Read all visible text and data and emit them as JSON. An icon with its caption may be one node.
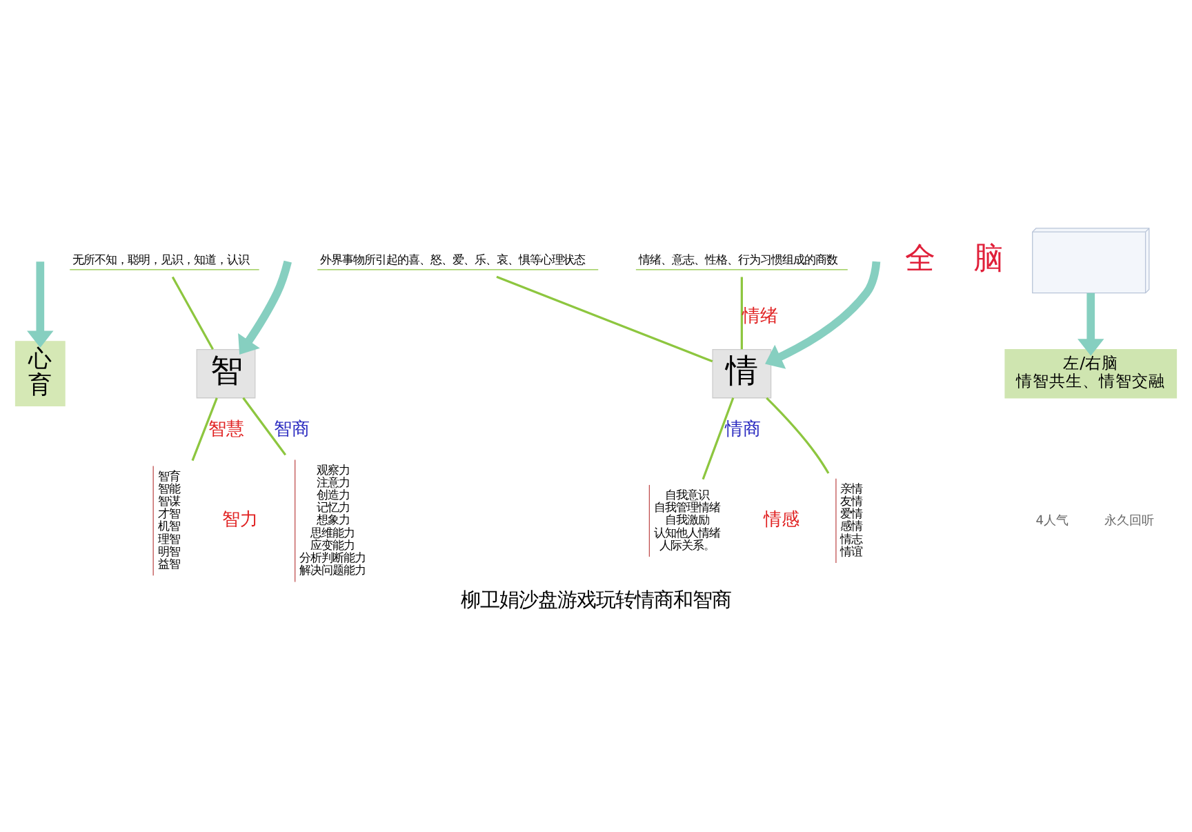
{
  "diagram": {
    "title": "柳卫娟沙盘游戏玩转情商和智商",
    "nodes": [
      {
        "text": [
          "心",
          "育"
        ]
      },
      {
        "text": [
          "智"
        ]
      },
      {
        "text": [
          "情"
        ]
      },
      {
        "text": [],
        "shape": "picture"
      },
      {
        "text": [
          "左/右脑",
          "情智共生、情智交融"
        ]
      },
      {
        "text": [
          "无所不知，聪明，见识，知道，认识"
        ]
      },
      {
        "text": [
          "外界事物所引起的喜、怒、爱、乐、哀、惧等心理状态"
        ]
      },
      {
        "text": [
          "情绪、意志、性格、行为习惯组成的商数"
        ]
      },
      {
        "text": [
          "智育",
          "智能",
          "智谋",
          "才智",
          "机智",
          "理智",
          "明智",
          "益智"
        ]
      },
      {
        "text": [
          "观察力",
          "注意力",
          "创造力",
          "记忆力",
          "想象力",
          "思维能力",
          "应变能力",
          "分析判断能力",
          "解决问题能力"
        ]
      },
      {
        "text": [
          "自我意识",
          "自我管理情绪",
          "自我激励",
          "认知他人情绪",
          "人际关系。"
        ]
      },
      {
        "text": [
          "亲情",
          "友情",
          "爱情",
          "感情",
          "情志",
          "情谊"
        ]
      }
    ],
    "edges": [
      {
        "from": null,
        "to": 0,
        "arrow": "to",
        "style": "thick",
        "color": "#86cfc0"
      },
      {
        "from": null,
        "to": 1,
        "arrow": "to",
        "style": "thick",
        "color": "#86cfc0"
      },
      {
        "from": null,
        "to": 2,
        "arrow": "to",
        "style": "thick",
        "color": "#86cfc0"
      },
      {
        "from": 3,
        "to": 4,
        "arrow": "to",
        "style": "thick",
        "color": "#86cfc0"
      },
      {
        "from": 1,
        "to": 5,
        "arrow": "none"
      },
      {
        "from": 1,
        "to": 8,
        "arrow": "none",
        "label": "智慧"
      },
      {
        "from": 1,
        "to": 9,
        "arrow": "none",
        "label": "智商"
      },
      {
        "from": 2,
        "to": 6,
        "arrow": "none"
      },
      {
        "from": 2,
        "to": 7,
        "arrow": "none",
        "label": "情绪"
      },
      {
        "from": 2,
        "to": 10,
        "arrow": "none",
        "label": "情商"
      },
      {
        "from": 2,
        "to": 11,
        "arrow": "none"
      }
    ],
    "labels": [
      "全",
      "脑",
      "智力",
      "情感",
      "4人气",
      "永久回听"
    ]
  }
}
